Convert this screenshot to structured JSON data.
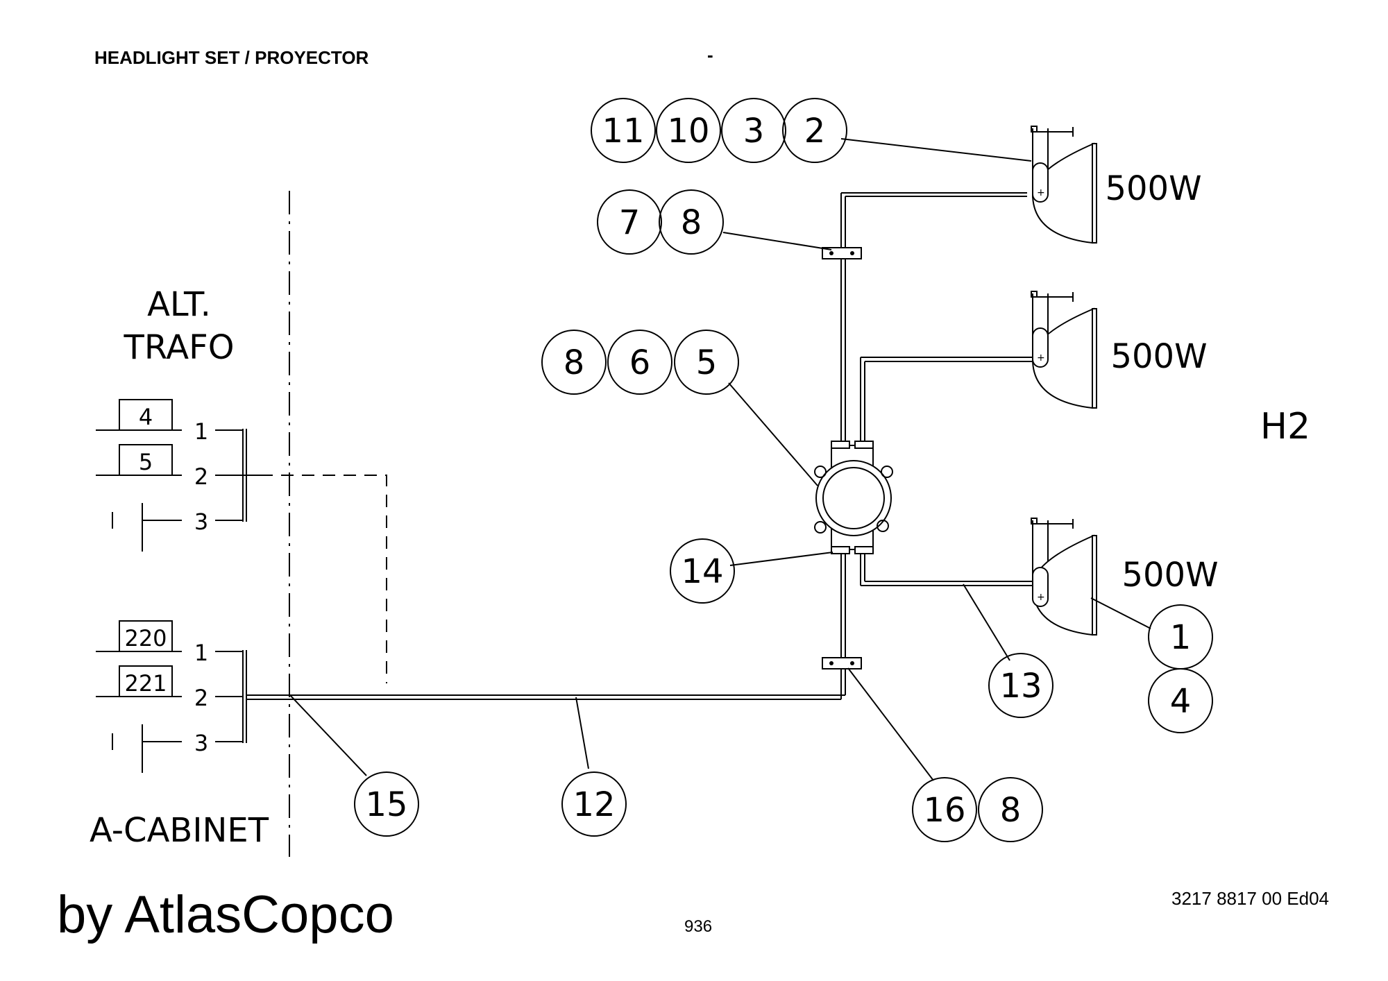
{
  "header": {
    "title": "HEADLIGHT SET / PROYECTOR",
    "center_mark": "-"
  },
  "footer": {
    "brand": "by AtlasCopco",
    "page_number": "936",
    "doc_number": "3217 8817 00 Ed04"
  },
  "diagram": {
    "designation": "H2",
    "sections": {
      "alt_trafo_line1": "ALT.",
      "alt_trafo_line2": "TRAFO",
      "cabinet": "A-CABINET"
    },
    "lamp_ratings": [
      "500W",
      "500W",
      "500W"
    ],
    "alt_terminals": {
      "box_top": "4",
      "box_bottom": "5",
      "pins": [
        "1",
        "2",
        "3"
      ]
    },
    "cabinet_terminals": {
      "box_top": "220",
      "box_bottom": "221",
      "pins": [
        "1",
        "2",
        "3"
      ]
    },
    "callout_groups": [
      {
        "id": "top-lamp",
        "items": [
          "11",
          "10",
          "3",
          "2"
        ]
      },
      {
        "id": "bracket-top",
        "items": [
          "7",
          "8"
        ]
      },
      {
        "id": "junction-box",
        "items": [
          "8",
          "6",
          "5"
        ]
      },
      {
        "id": "gland",
        "items": [
          "14"
        ]
      },
      {
        "id": "lamp-bottom-a",
        "items": [
          "1"
        ]
      },
      {
        "id": "lamp-bottom-b",
        "items": [
          "4"
        ]
      },
      {
        "id": "cable-13",
        "items": [
          "13"
        ]
      },
      {
        "id": "cable-15",
        "items": [
          "15"
        ]
      },
      {
        "id": "cable-12",
        "items": [
          "12"
        ]
      },
      {
        "id": "bracket-bottom",
        "items": [
          "16",
          "8"
        ]
      }
    ]
  }
}
